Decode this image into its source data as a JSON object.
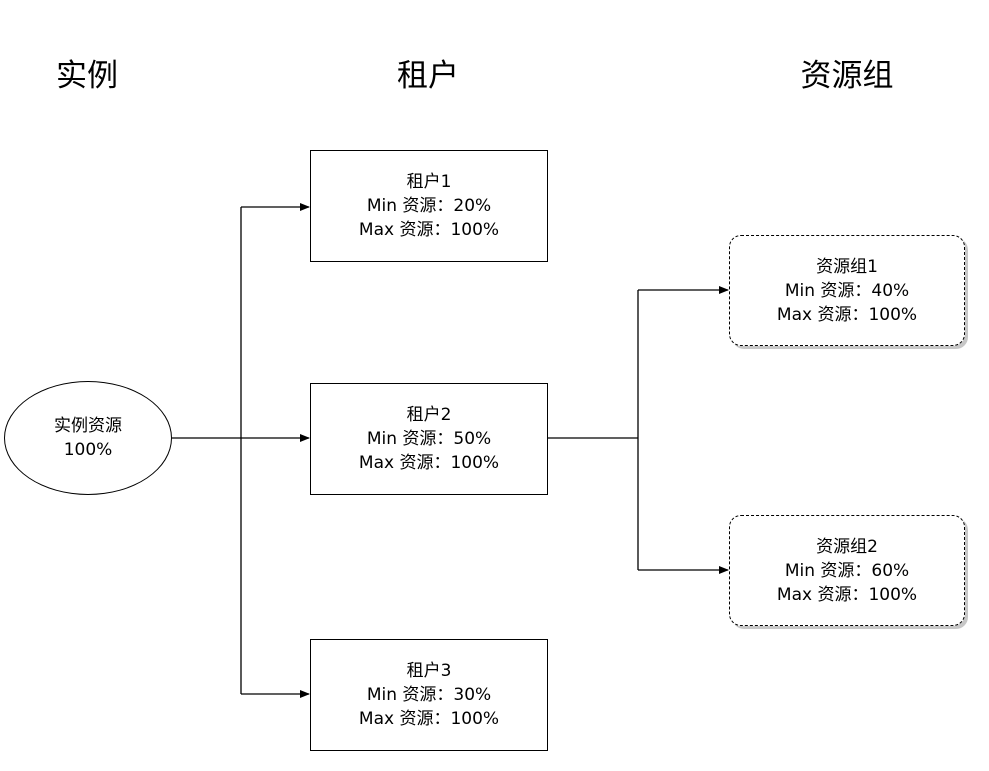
{
  "headers": {
    "instance": "实例",
    "tenant": "租户",
    "group": "资源组"
  },
  "instance": {
    "line1": "实例资源",
    "line2": "100%"
  },
  "tenants": [
    {
      "name": "租户1",
      "min": "Min 资源：20%",
      "max": "Max 资源：100%"
    },
    {
      "name": "租户2",
      "min": "Min 资源：50%",
      "max": "Max 资源：100%"
    },
    {
      "name": "租户3",
      "min": "Min 资源：30%",
      "max": "Max 资源：100%"
    }
  ],
  "groups": [
    {
      "name": "资源组1",
      "min": "Min 资源：40%",
      "max": "Max 资源：100%"
    },
    {
      "name": "资源组2",
      "min": "Min 资源：60%",
      "max": "Max 资源：100%"
    }
  ]
}
